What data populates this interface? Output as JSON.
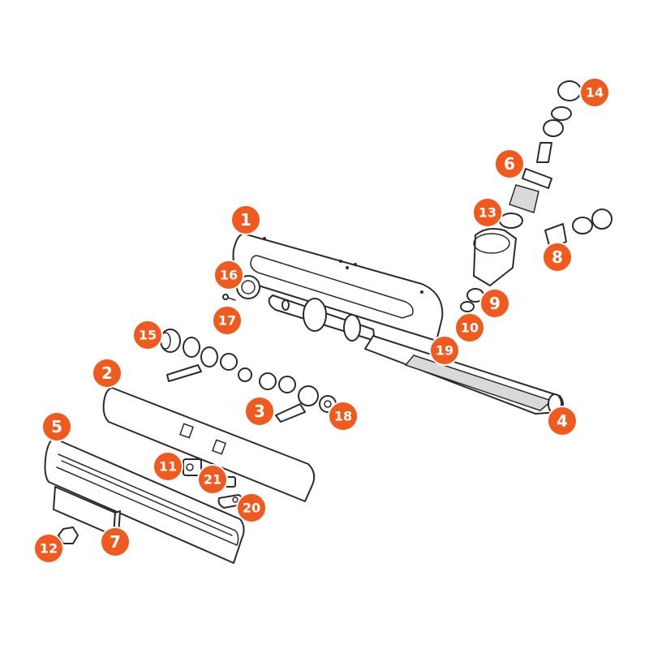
{
  "accent_color": "#f05a1e",
  "callouts": [
    {
      "label": "1"
    },
    {
      "label": "2"
    },
    {
      "label": "3"
    },
    {
      "label": "4"
    },
    {
      "label": "5"
    },
    {
      "label": "6"
    },
    {
      "label": "7"
    },
    {
      "label": "8"
    },
    {
      "label": "9"
    },
    {
      "label": "10"
    },
    {
      "label": "11"
    },
    {
      "label": "12"
    },
    {
      "label": "13"
    },
    {
      "label": "14"
    },
    {
      "label": "15"
    },
    {
      "label": "16"
    },
    {
      "label": "17"
    },
    {
      "label": "18"
    },
    {
      "label": "19"
    },
    {
      "label": "20"
    },
    {
      "label": "21"
    }
  ]
}
